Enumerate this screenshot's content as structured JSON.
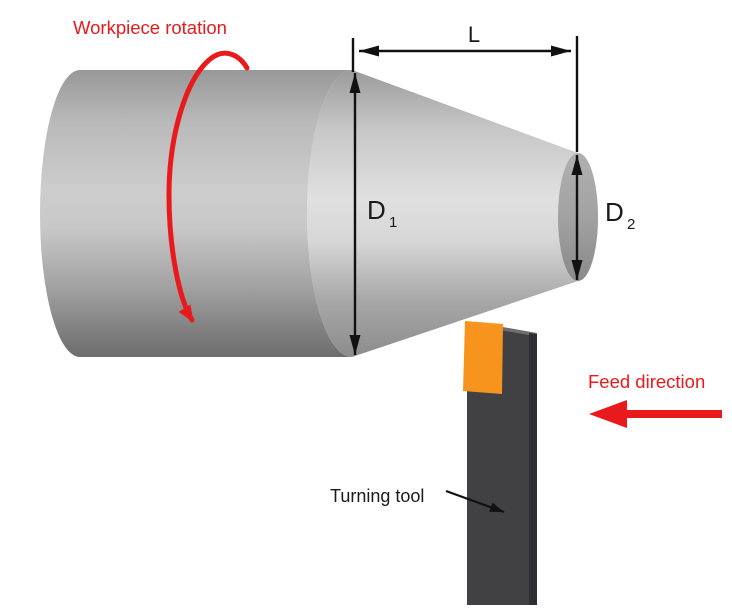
{
  "diagram": {
    "rotation_label": "Workpiece rotation",
    "feed_label": "Feed direction",
    "tool_label": "Turning tool",
    "length_label": "L",
    "large_diameter": {
      "base": "D",
      "sub": "1"
    },
    "small_diameter": {
      "base": "D",
      "sub": "2"
    }
  },
  "colors": {
    "annotation_red": "#e81a1b",
    "insert_orange": "#f7941e",
    "tool_gray": "#414143",
    "tool_edge_gray": "#2f2f31",
    "tool_top_highlight": "#6e6e70",
    "dimension_black": "#111111",
    "workpiece_gray": "#c6c6c6"
  }
}
